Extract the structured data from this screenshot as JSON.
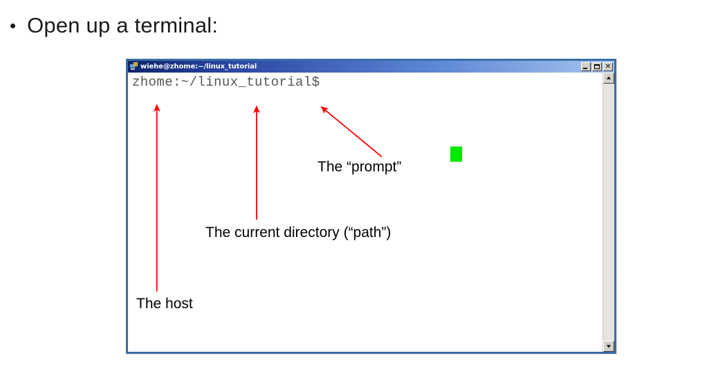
{
  "slide": {
    "bullet_marker": "•",
    "heading": "Open up a terminal:"
  },
  "terminal_window": {
    "title": "wiehe@zhome:~/linux_tutorial",
    "window_icon": "terminal-computer-icon",
    "caption_buttons": [
      {
        "name": "minimize",
        "glyph": "_"
      },
      {
        "name": "maximize",
        "glyph": "□"
      },
      {
        "name": "close",
        "glyph": "✕"
      }
    ],
    "prompt_text": "zhome:~/linux_tutorial$",
    "cursor": {
      "name": "text-cursor-block",
      "color": "#00e800"
    },
    "scrollbar": {
      "up_arrow": "scroll-up-icon",
      "down_arrow": "scroll-down-icon"
    }
  },
  "annotations": {
    "accent_color": "#ff0000",
    "items": [
      {
        "id": "prompt",
        "label": "The “prompt”"
      },
      {
        "id": "path",
        "label": "The current directory (“path”)"
      },
      {
        "id": "host",
        "label": "The host"
      }
    ]
  }
}
